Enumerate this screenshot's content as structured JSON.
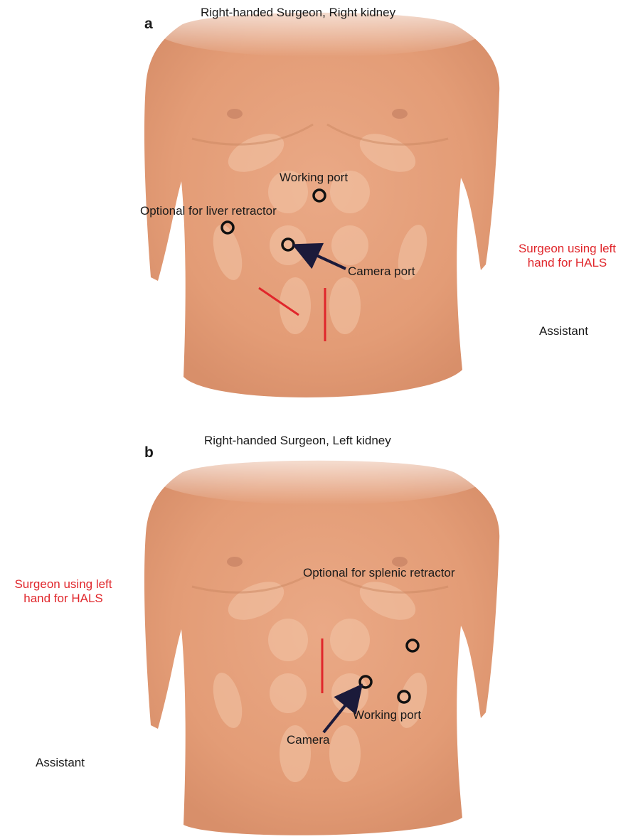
{
  "panel_a": {
    "title": "Right-handed Surgeon, Right kidney",
    "letter": "a",
    "ports": {
      "working": "Working port",
      "liver": "Optional for liver retractor",
      "camera": "Camera port"
    },
    "surgeon_line1": "Surgeon using left",
    "surgeon_line2": "hand for HALS",
    "assistant": "Assistant"
  },
  "panel_b": {
    "title": "Right-handed Surgeon, Left kidney",
    "letter": "b",
    "ports": {
      "splenic": "Optional for splenic retractor",
      "working": "Working port",
      "camera": "Camera"
    },
    "surgeon_line1": "Surgeon using left",
    "surgeon_line2": "hand for HALS",
    "assistant": "Assistant"
  },
  "colors": {
    "skin": "#e9a983",
    "skin_shade": "#d58e68",
    "highlight": "#f3c6a8",
    "incision": "#e0262b",
    "arrow": "#1b1a3a",
    "annotation_red": "#e0262b"
  }
}
